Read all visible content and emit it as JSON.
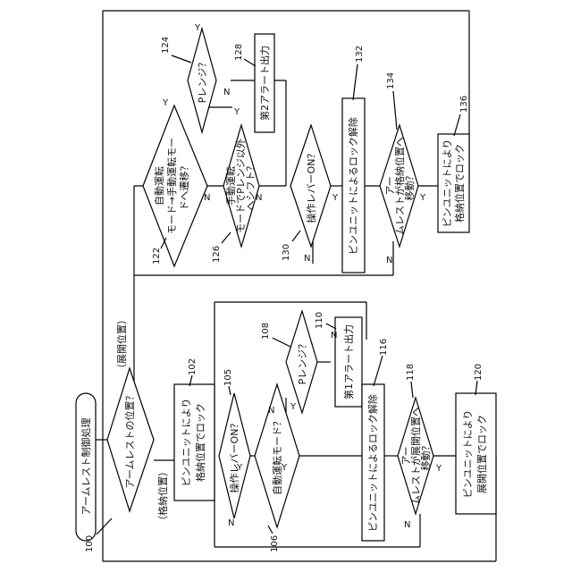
{
  "title": "アームレスト制御処理",
  "nodes": {
    "n100": {
      "lines": [
        "アームレストの位置？"
      ],
      "ref": "100"
    },
    "n102": {
      "lines": [
        "ピンユニットにより",
        "格納位置でロック"
      ],
      "ref": "102"
    },
    "n105": {
      "lines": [
        "操作レバーON？"
      ],
      "ref": "105"
    },
    "n106": {
      "lines": [
        "自動運転モード？"
      ],
      "ref": "106"
    },
    "n108": {
      "lines": [
        "Pレンジ？"
      ],
      "ref": "108"
    },
    "n110": {
      "lines": [
        "第1アラート出力"
      ],
      "ref": "110"
    },
    "n116": {
      "lines": [
        "ピンユニットによるロック解除"
      ],
      "ref": "116"
    },
    "n118": {
      "lines": [
        "アー",
        "ムレストが展開位置へ",
        "移動？"
      ],
      "ref": "118"
    },
    "n120": {
      "lines": [
        "ピンユニットにより",
        "展開位置でロック"
      ],
      "ref": "120"
    },
    "n122": {
      "lines": [
        "自動運転",
        "モード→手動運転モー",
        "ドへ遷移？"
      ],
      "ref": "122"
    },
    "n124": {
      "lines": [
        "Pレンジ？"
      ],
      "ref": "124"
    },
    "n126": {
      "lines": [
        "手動運転",
        "モードでPレンジ以外",
        "へシフト？"
      ],
      "ref": "126"
    },
    "n128": {
      "lines": [
        "第2アラート出力"
      ],
      "ref": "128"
    },
    "n130": {
      "lines": [
        "操作レバーON？"
      ],
      "ref": "130"
    },
    "n132": {
      "lines": [
        "ピンユニットによるロック解除"
      ],
      "ref": "132"
    },
    "n134": {
      "lines": [
        "アー",
        "ムレストが格納位置へ",
        "移動？"
      ],
      "ref": "134"
    },
    "n136": {
      "lines": [
        "ピンユニットにより",
        "格納位置でロック"
      ],
      "ref": "136"
    }
  },
  "branch_labels": {
    "stored": "（格納位置）",
    "deployed": "（展開位置）",
    "yes": "Y",
    "no": "N"
  }
}
